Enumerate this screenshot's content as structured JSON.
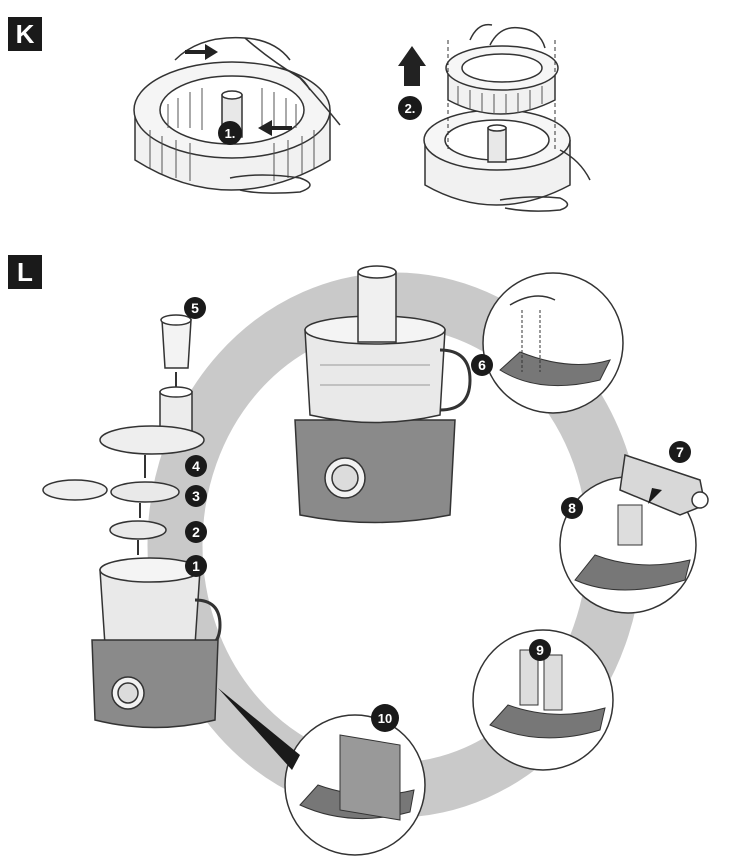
{
  "panels": {
    "k": {
      "letter": "K",
      "steps": [
        "1.",
        "2."
      ]
    },
    "l": {
      "letter": "L",
      "steps": [
        "1",
        "2",
        "3",
        "4",
        "5",
        "6",
        "7",
        "8",
        "9",
        "10"
      ]
    }
  },
  "colors": {
    "badge": "#1a1a1a",
    "loop_band": "#c9c9c9",
    "line_art": "#333333",
    "appliance_base": "#8a8a8a",
    "bowl": "#e6e6e6"
  }
}
